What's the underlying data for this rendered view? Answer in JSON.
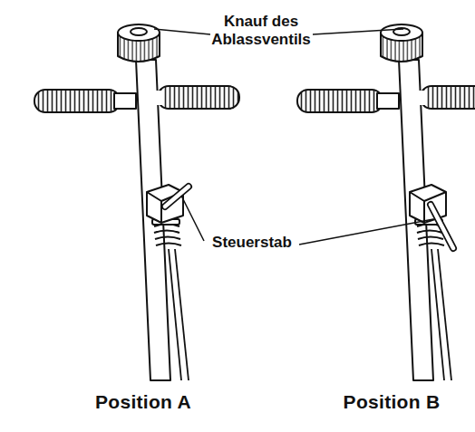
{
  "diagram": {
    "labels": [
      "Knauf des Ablassventils",
      "Steuerstab",
      "Position A",
      "Position B"
    ]
  }
}
